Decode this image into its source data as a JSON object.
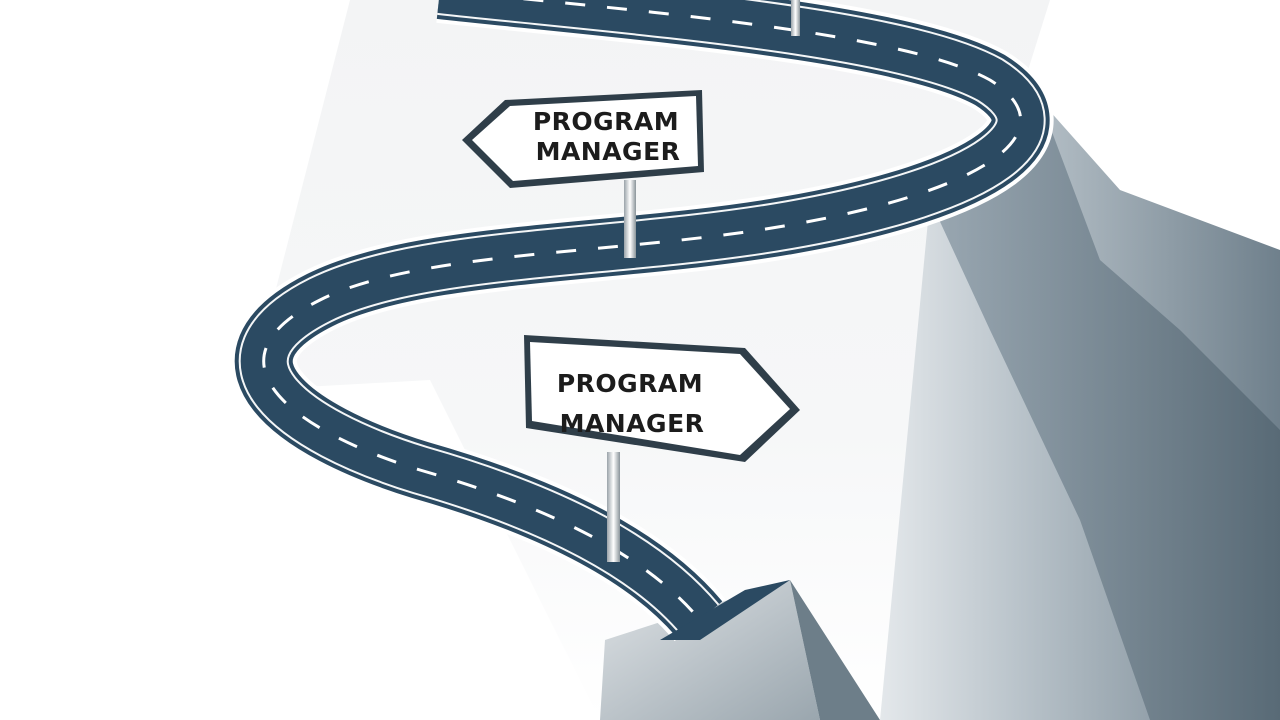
{
  "signs": {
    "upper": {
      "line1": "PROGRAM",
      "line2": "MANAGER",
      "direction": "left"
    },
    "lower": {
      "line1": "PROGRAM",
      "line2": "MANAGER",
      "direction": "right"
    }
  },
  "colors": {
    "road": "#2b4a62",
    "road_edge": "#ffffff",
    "cliff_light": "#cfd5da",
    "cliff_mid": "#8e9ba5",
    "cliff_dark": "#5f7180",
    "sign_face": "#ffffff",
    "sign_border": "#2f3e49"
  }
}
